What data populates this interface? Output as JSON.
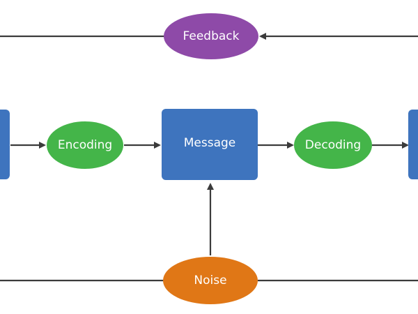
{
  "nodes": {
    "feedback": {
      "label": "Feedback"
    },
    "encoding": {
      "label": "Encoding"
    },
    "message": {
      "label": "Message"
    },
    "decoding": {
      "label": "Decoding"
    },
    "noise": {
      "label": "Noise"
    }
  },
  "colors": {
    "feedback": "#8e4aa8",
    "encoding": "#44b549",
    "decoding": "#44b549",
    "message": "#3e74be",
    "sender": "#3e74be",
    "receiver": "#3e74be",
    "noise": "#e07716",
    "line": "#3b3b3b",
    "text": "#ffffff"
  },
  "edges": [
    {
      "from": "sender",
      "to": "encoding"
    },
    {
      "from": "encoding",
      "to": "message"
    },
    {
      "from": "message",
      "to": "decoding"
    },
    {
      "from": "decoding",
      "to": "receiver"
    },
    {
      "from": "noise",
      "to": "message"
    },
    {
      "from": "receiver",
      "to": "feedback"
    },
    {
      "from": "feedback",
      "to": "sender"
    }
  ]
}
